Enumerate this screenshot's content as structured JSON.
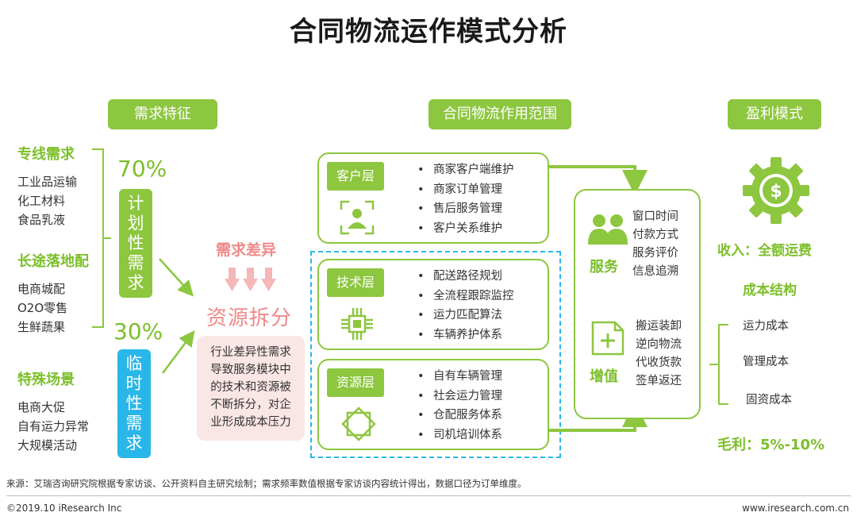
{
  "title": "合同物流运作模式分析",
  "demand": {
    "header": "需求特征",
    "groups": [
      {
        "name": "专线需求",
        "items": [
          "工业品运输",
          "化工材料",
          "食品乳液"
        ]
      },
      {
        "name": "长途落地配",
        "items": [
          "电商城配",
          "O2O零售",
          "生鲜蔬果"
        ]
      },
      {
        "name": "特殊场景",
        "items": [
          "电商大促",
          "自有运力异常",
          "大规模活动"
        ]
      }
    ],
    "planned": {
      "percent": "70%",
      "chars": [
        "计",
        "划",
        "性",
        "需",
        "求"
      ]
    },
    "temporary": {
      "percent": "30%",
      "chars": [
        "临",
        "时",
        "性",
        "需",
        "求"
      ]
    },
    "diff_title": "需求差异",
    "resource_split": "资源拆分",
    "explanation": [
      "行业差异性需求",
      "导致服务模块中",
      "的技术和资源被",
      "不断拆分，对企",
      "业形成成本压力"
    ]
  },
  "scope": {
    "header": "合同物流作用范围",
    "layers": [
      {
        "name": "客户层",
        "items": [
          "商家客户端维护",
          "商家订单管理",
          "售后服务管理",
          "客户关系维护"
        ]
      },
      {
        "name": "技术层",
        "items": [
          "配送路径规划",
          "全流程跟踪监控",
          "运力匹配算法",
          "车辆养护体系"
        ]
      },
      {
        "name": "资源层",
        "items": [
          "自有车辆管理",
          "社会运力管理",
          "仓配服务体系",
          "司机培训体系"
        ]
      }
    ],
    "service": {
      "label": "服务",
      "items": [
        "窗口时间",
        "付款方式",
        "服务评价",
        "信息追溯"
      ]
    },
    "value_added": {
      "label": "增值",
      "items": [
        "搬运装卸",
        "逆向物流",
        "代收货款",
        "签单返还"
      ]
    }
  },
  "profit": {
    "header": "盈利模式",
    "income": "收入：全额运费",
    "cost_title": "成本结构",
    "costs": [
      "运力成本",
      "管理成本",
      "固资成本"
    ],
    "gross_margin": "毛利：5%-10%"
  },
  "footer": {
    "source": "来源：艾瑞咨询研究院根据专家访谈、公开资料自主研究绘制；需求频率数值根据专家访谈内容统计得出，数据口径为订单维度。",
    "copyright": "©2019.10 iResearch Inc",
    "site": "www.iresearch.com.cn"
  },
  "colors": {
    "green": "#8dc63f",
    "green_text": "#7cbf2a",
    "blue": "#29b6e8",
    "pink": "#f08989",
    "pink_bg": "#fbe6e6"
  }
}
